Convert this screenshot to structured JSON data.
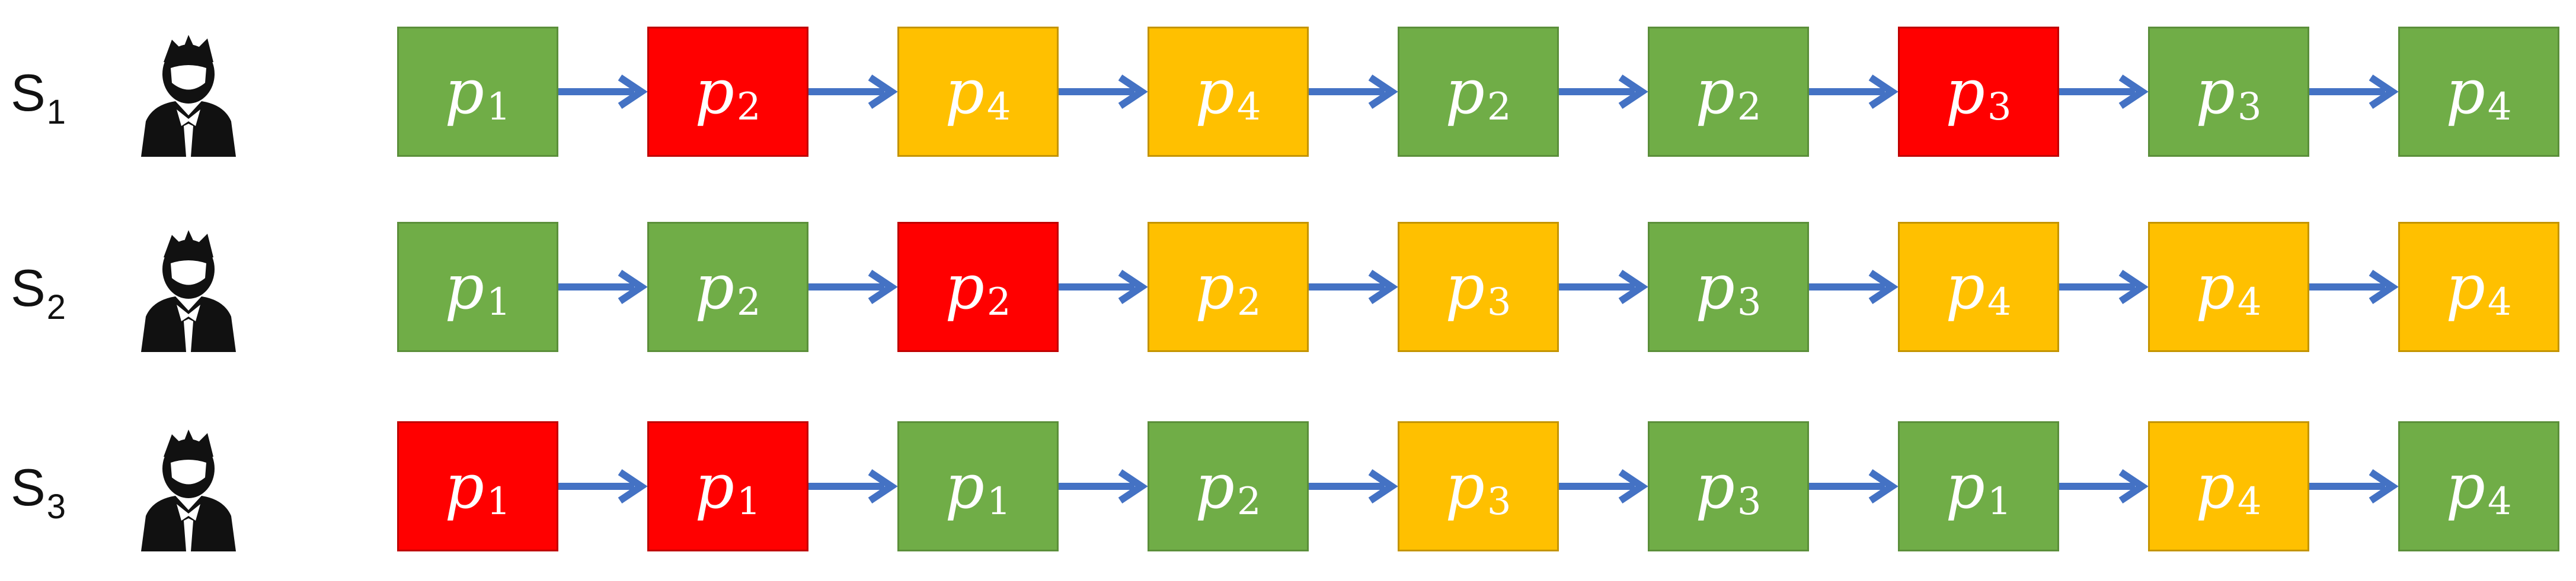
{
  "colors": {
    "green": "#70ad47",
    "red": "#ff0000",
    "yellow": "#ffc000",
    "arrow": "#4472c4",
    "avatar": "#111111"
  },
  "students": [
    {
      "label": "S",
      "sub": "1",
      "icon": "student-avatar-icon",
      "steps": [
        {
          "var": "p",
          "sub": "1",
          "color": "green"
        },
        {
          "var": "p",
          "sub": "2",
          "color": "red"
        },
        {
          "var": "p",
          "sub": "4",
          "color": "yellow"
        },
        {
          "var": "p",
          "sub": "4",
          "color": "yellow"
        },
        {
          "var": "p",
          "sub": "2",
          "color": "green"
        },
        {
          "var": "p",
          "sub": "2",
          "color": "green"
        },
        {
          "var": "p",
          "sub": "3",
          "color": "red"
        },
        {
          "var": "p",
          "sub": "3",
          "color": "green"
        },
        {
          "var": "p",
          "sub": "4",
          "color": "green"
        }
      ]
    },
    {
      "label": "S",
      "sub": "2",
      "icon": "student-avatar-icon",
      "steps": [
        {
          "var": "p",
          "sub": "1",
          "color": "green"
        },
        {
          "var": "p",
          "sub": "2",
          "color": "green"
        },
        {
          "var": "p",
          "sub": "2",
          "color": "red"
        },
        {
          "var": "p",
          "sub": "2",
          "color": "yellow"
        },
        {
          "var": "p",
          "sub": "3",
          "color": "yellow"
        },
        {
          "var": "p",
          "sub": "3",
          "color": "green"
        },
        {
          "var": "p",
          "sub": "4",
          "color": "yellow"
        },
        {
          "var": "p",
          "sub": "4",
          "color": "yellow"
        },
        {
          "var": "p",
          "sub": "4",
          "color": "yellow"
        }
      ]
    },
    {
      "label": "S",
      "sub": "3",
      "icon": "student-avatar-icon",
      "steps": [
        {
          "var": "p",
          "sub": "1",
          "color": "red"
        },
        {
          "var": "p",
          "sub": "1",
          "color": "red"
        },
        {
          "var": "p",
          "sub": "1",
          "color": "green"
        },
        {
          "var": "p",
          "sub": "2",
          "color": "green"
        },
        {
          "var": "p",
          "sub": "3",
          "color": "yellow"
        },
        {
          "var": "p",
          "sub": "3",
          "color": "green"
        },
        {
          "var": "p",
          "sub": "1",
          "color": "green"
        },
        {
          "var": "p",
          "sub": "4",
          "color": "yellow"
        },
        {
          "var": "p",
          "sub": "4",
          "color": "green"
        }
      ]
    }
  ]
}
